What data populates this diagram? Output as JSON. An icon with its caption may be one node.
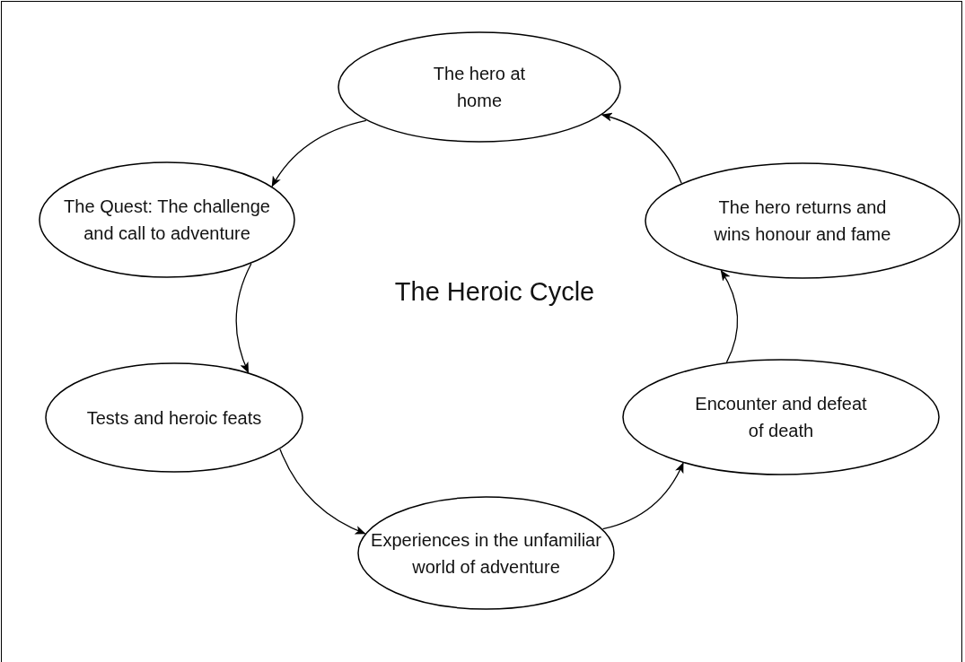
{
  "diagram": {
    "title": "The Heroic Cycle",
    "nodes": [
      {
        "text": [
          "The hero at home"
        ]
      },
      {
        "text": [
          "The Quest: The challenge and call to adventure"
        ]
      },
      {
        "text": [
          "The hero returns and wins honour and fame"
        ]
      },
      {
        "text": [
          "Tests and heroic feats"
        ]
      },
      {
        "text": [
          "Encounter and defeat of death"
        ]
      },
      {
        "text": [
          "Experiences in the unfamiliar world of adventure"
        ]
      }
    ],
    "edges": [
      {
        "from": 0,
        "to": 1,
        "arrow": "to"
      },
      {
        "from": 1,
        "to": 3,
        "arrow": "to"
      },
      {
        "from": 3,
        "to": 5,
        "arrow": "to"
      },
      {
        "from": 5,
        "to": 4,
        "arrow": "to"
      },
      {
        "from": 4,
        "to": 2,
        "arrow": "to"
      },
      {
        "from": 2,
        "to": 0,
        "arrow": "to"
      }
    ]
  }
}
